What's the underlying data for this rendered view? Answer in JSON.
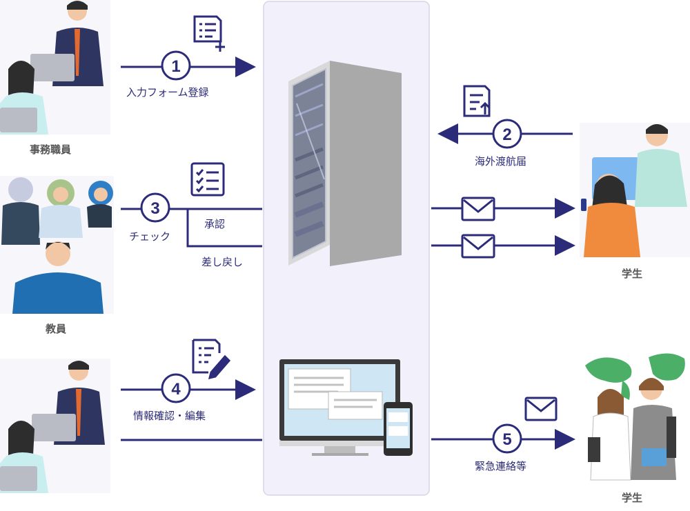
{
  "roles": {
    "staff": "事務職員",
    "teachers": "教員",
    "student_top": "学生",
    "student_bottom": "学生"
  },
  "steps": [
    {
      "num": "1",
      "label": "入力フォーム登録"
    },
    {
      "num": "2",
      "label": "海外渡航届"
    },
    {
      "num": "3",
      "label": "チェック"
    },
    {
      "num": "4",
      "label": "情報確認・編集"
    },
    {
      "num": "5",
      "label": "緊急連絡等"
    }
  ],
  "branches": {
    "approve": "承認",
    "return": "差し戻し"
  },
  "colors": {
    "accent": "#2b2b7a",
    "panel": "#f1f0fb",
    "panel_border": "#d6d4ea"
  },
  "icons": [
    "form-add-icon",
    "form-upload-icon",
    "checklist-icon",
    "form-edit-icon",
    "mail-icon",
    "server-rack-icon",
    "desktop-monitor-icon",
    "smartphone-icon",
    "world-map-icon"
  ]
}
